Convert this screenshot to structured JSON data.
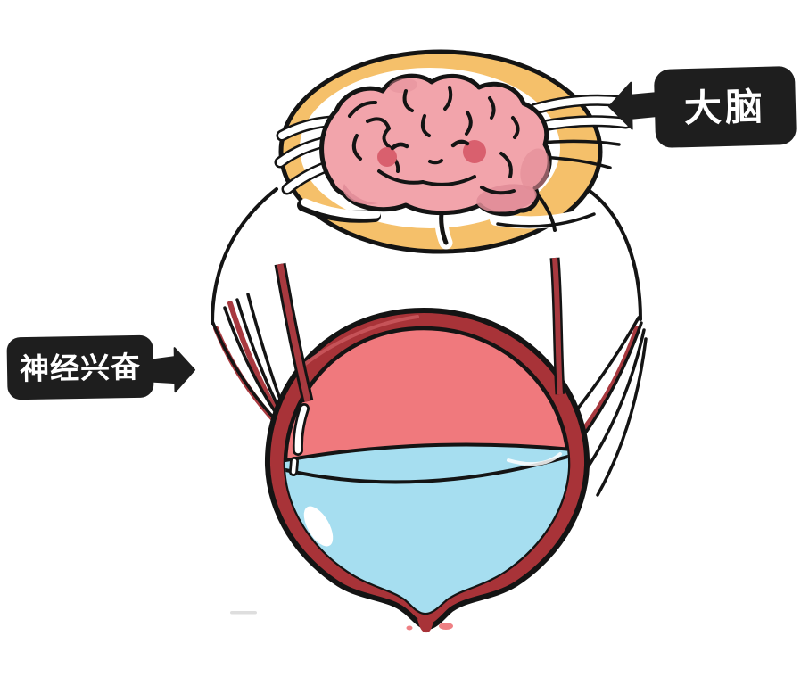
{
  "illustration": {
    "description": "cartoon diagram of brain sending nerve excitement signal to a urine-filled bladder",
    "labels": {
      "brain": {
        "text": "大脑",
        "arrow_direction": "left"
      },
      "nerve": {
        "text": "神经兴奋",
        "arrow_direction": "right"
      }
    }
  },
  "colors": {
    "background": "#ffffff",
    "outline": "#141414",
    "label-bg": "#1e1e1e",
    "label-text": "#ffffff",
    "halo-orange": "#f5c06a",
    "brain-pink": "#f2a4ab",
    "brain-shade": "#e18c96",
    "cheek": "#d9606e",
    "bladder-wall": "#a83338",
    "bladder-wall-light": "#c9565c",
    "bladder-inner": "#f0797d",
    "urine-blue": "#a6def0",
    "vessel-red": "#a8393f",
    "splash-pink": "#ef8084"
  }
}
